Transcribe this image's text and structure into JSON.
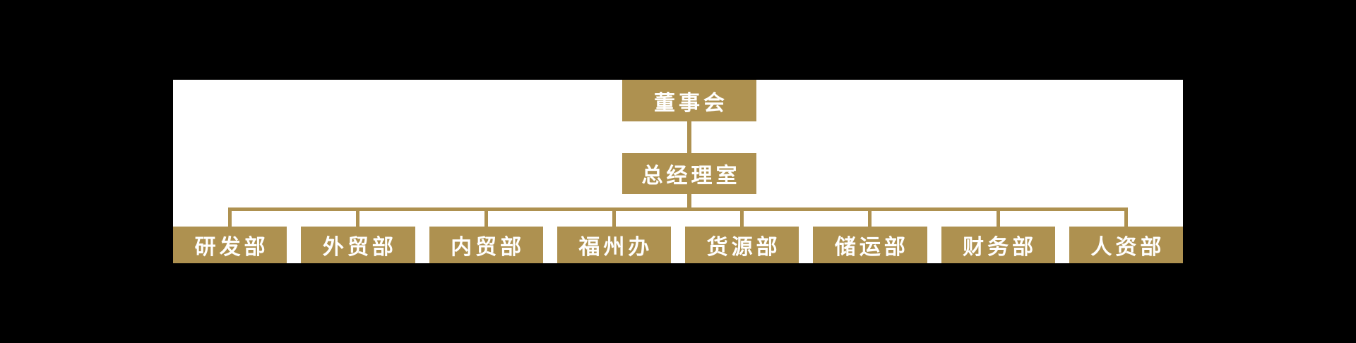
{
  "colors": {
    "accent": "#AE9150",
    "panel-bg": "#FFFFFF",
    "page-bg": "#000000",
    "node-text": "#FFFFFF"
  },
  "org_chart": {
    "level1": {
      "label": "董事会"
    },
    "level2": {
      "label": "总经理室"
    },
    "departments": [
      {
        "label": "研发部"
      },
      {
        "label": "外贸部"
      },
      {
        "label": "内贸部"
      },
      {
        "label": "福州办"
      },
      {
        "label": "货源部"
      },
      {
        "label": "储运部"
      },
      {
        "label": "财务部"
      },
      {
        "label": "人资部"
      }
    ]
  }
}
